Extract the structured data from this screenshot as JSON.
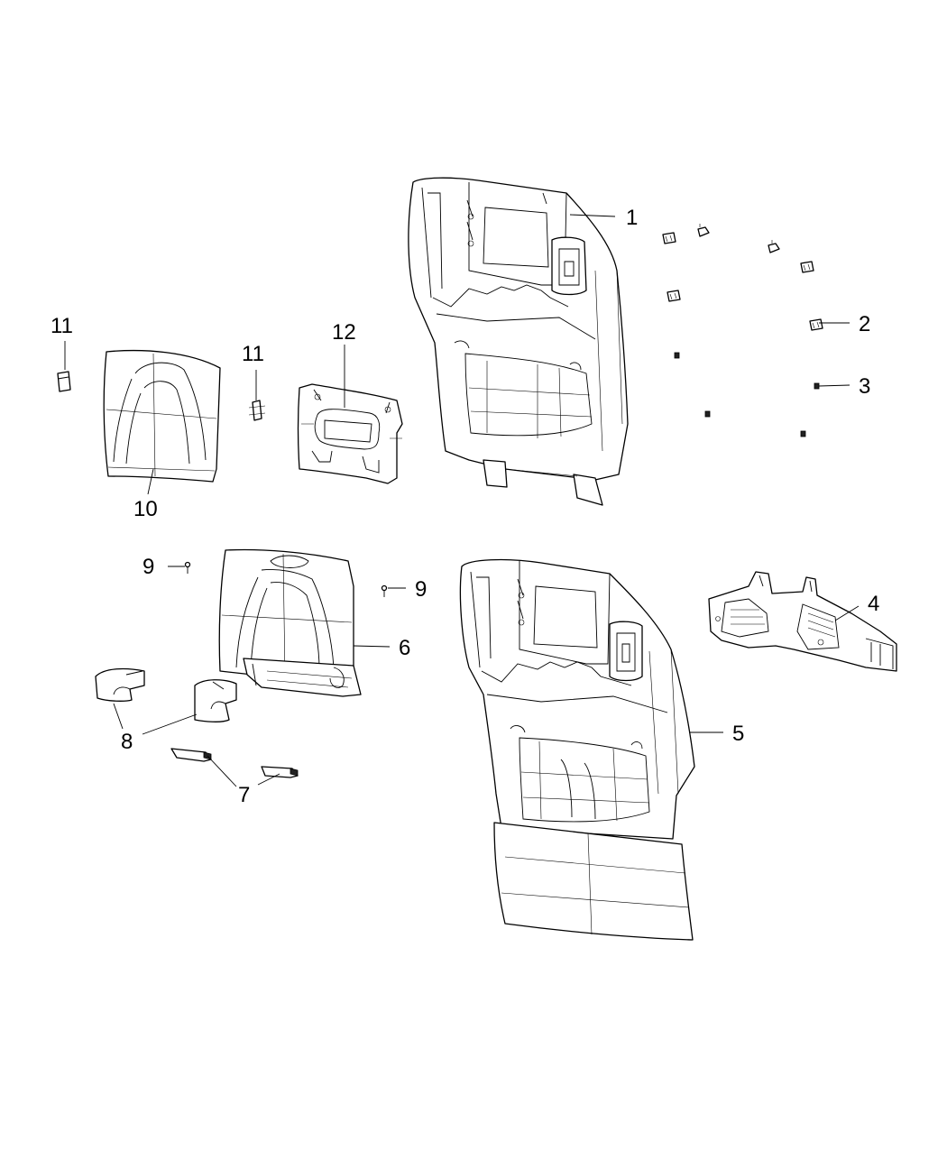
{
  "callouts": [
    {
      "id": "c1",
      "label": "1"
    },
    {
      "id": "c2",
      "label": "2"
    },
    {
      "id": "c3",
      "label": "3"
    },
    {
      "id": "c4",
      "label": "4"
    },
    {
      "id": "c5",
      "label": "5"
    },
    {
      "id": "c6",
      "label": "6"
    },
    {
      "id": "c7",
      "label": "7"
    },
    {
      "id": "c8",
      "label": "8"
    },
    {
      "id": "c9a",
      "label": "9"
    },
    {
      "id": "c9b",
      "label": "9"
    },
    {
      "id": "c10",
      "label": "10"
    },
    {
      "id": "c11a",
      "label": "11"
    },
    {
      "id": "c11b",
      "label": "11"
    },
    {
      "id": "c12",
      "label": "12"
    }
  ]
}
